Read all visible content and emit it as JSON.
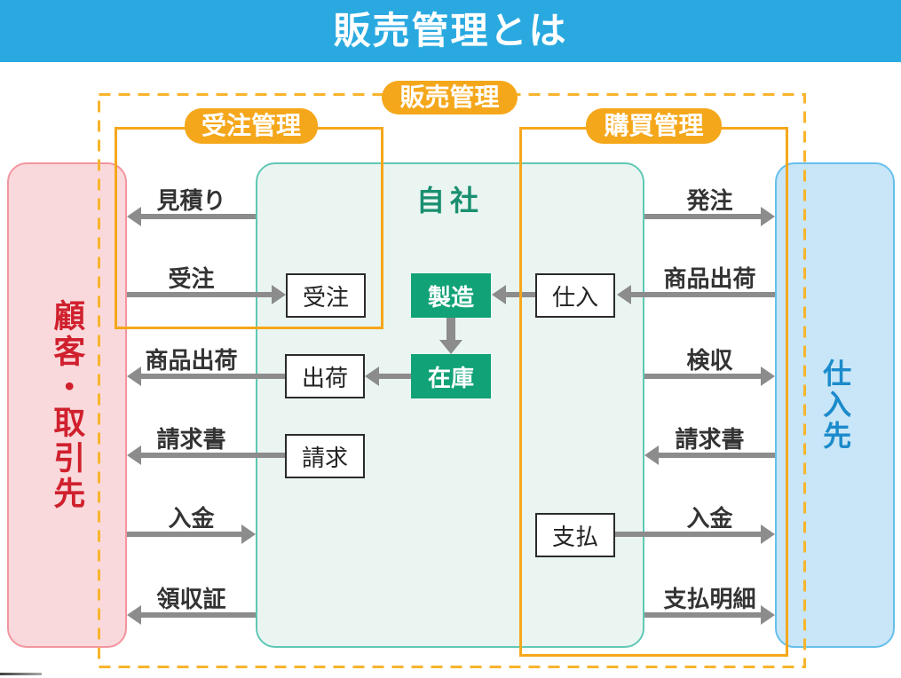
{
  "title": "販売管理とは",
  "diagram": {
    "groups": {
      "sales": {
        "label": "販売管理"
      },
      "order": {
        "label": "受注管理"
      },
      "purchase": {
        "label": "購買管理"
      }
    },
    "entities": {
      "customer": {
        "label": "顧客・取引先"
      },
      "company": {
        "label": "自社"
      },
      "supplier": {
        "label": "仕入先"
      }
    },
    "process_boxes": {
      "juchu": {
        "label": "受注",
        "variant": "white"
      },
      "shukka": {
        "label": "出荷",
        "variant": "white"
      },
      "seikyu": {
        "label": "請求",
        "variant": "white"
      },
      "seizo": {
        "label": "製造",
        "variant": "green"
      },
      "zaiko": {
        "label": "在庫",
        "variant": "green"
      },
      "shiire": {
        "label": "仕入",
        "variant": "white"
      },
      "shiharai": {
        "label": "支払",
        "variant": "white"
      }
    },
    "customer_flows": [
      {
        "label": "見積り",
        "direction": "to-customer"
      },
      {
        "label": "受注",
        "direction": "to-company"
      },
      {
        "label": "商品出荷",
        "direction": "to-customer"
      },
      {
        "label": "請求書",
        "direction": "to-customer"
      },
      {
        "label": "入金",
        "direction": "to-company"
      },
      {
        "label": "領収証",
        "direction": "to-customer"
      }
    ],
    "supplier_flows": [
      {
        "label": "発注",
        "direction": "to-supplier"
      },
      {
        "label": "商品出荷",
        "direction": "to-company"
      },
      {
        "label": "検収",
        "direction": "to-supplier"
      },
      {
        "label": "請求書",
        "direction": "to-company"
      },
      {
        "label": "入金",
        "direction": "to-supplier"
      },
      {
        "label": "支払明細",
        "direction": "to-supplier"
      }
    ],
    "internal_flows": [
      {
        "from": "製造",
        "to": "在庫"
      },
      {
        "from": "仕入",
        "to": "製造"
      },
      {
        "from": "在庫",
        "to": "出荷"
      }
    ]
  },
  "colors": {
    "header_bg": "#29A9E0",
    "orange": "#F5A71B",
    "orange_dashed": "#F8B42C",
    "green_box": "#11A277",
    "green_text": "#1A8F70",
    "company_bg": "#EAF5F1",
    "company_border": "#5FC8B5",
    "customer_bg": "#F9D9DB",
    "customer_border": "#F295A0",
    "customer_text": "#D0202E",
    "supplier_bg": "#C8E6F7",
    "supplier_border": "#66BFEB",
    "supplier_text": "#1B8BCB",
    "arrow": "#8C8C8C",
    "label_text": "#333333"
  }
}
